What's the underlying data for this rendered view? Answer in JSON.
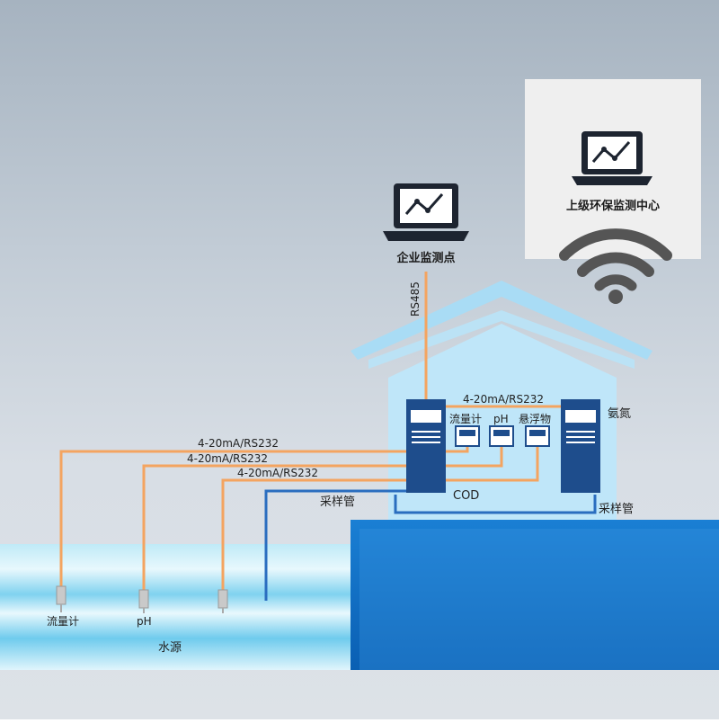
{
  "center": {
    "label": "上级环保监测中心"
  },
  "enterprise": {
    "label": "企业监测点",
    "link_label": "RS485"
  },
  "cabinet": {
    "top_link_label": "4-20mA/RS232",
    "meters": [
      "流量计",
      "pH",
      "悬浮物"
    ],
    "cod_label": "COD",
    "ammonia_label": "氨氮",
    "sample_pipe_label": "采样管"
  },
  "field_links": [
    "4-20mA/RS232",
    "4-20mA/RS232",
    "4-20mA/RS232"
  ],
  "left_sample_pipe_label": "采样管",
  "sensors": {
    "flow_label": "流量计",
    "ph_label": "pH"
  },
  "water": {
    "label": "水源"
  },
  "colors": {
    "signal_line": "#f4a460",
    "pipe": "#2a6dbf",
    "device": "#1e4d8c",
    "water": "#0f6fc6"
  },
  "icons": [
    "laptop-chart-icon",
    "wifi-icon"
  ]
}
